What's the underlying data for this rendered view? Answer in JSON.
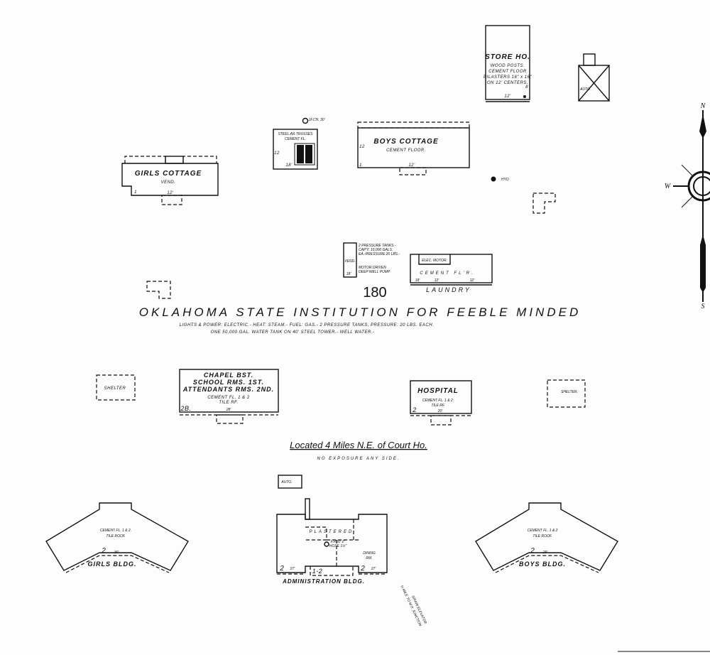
{
  "map": {
    "title": "OKLAHOMA STATE INSTITUTION FOR FEEBLE MINDED",
    "page_number": "180",
    "notes": [
      "LIGHTS & POWER: ELECTRIC.- HEAT: STEAM.- FUEL: GAS.- 2 PRESSURE TANKS, PRESSURE: 20 LBS. EACH.",
      "ONE 50,000 GAL. WATER TANK ON 40' STEEL TOWER.- WELL WATER.-"
    ],
    "location": "Located 4 Miles N.E. of Court Ho.",
    "exposure": "NO EXPOSURE ANY SIDE.",
    "road_note": [
      "½ MILE TO M.P. JUNCTION",
      "GRAIN ELEVATOR"
    ],
    "compass": {
      "n": "N",
      "s": "S",
      "w": "W"
    }
  },
  "buildings": {
    "store_house": {
      "name": "STORE HO.",
      "notes": [
        "WOOD POSTS.",
        "CEMENT FLOOR",
        "PILASTERS 16\" x 16\"",
        "ON 12' CENTERS."
      ],
      "height": "12'",
      "side": "8"
    },
    "auto_top": {
      "name": "AUTO"
    },
    "water_tower": {
      "notes": [
        "STEEL AR.TRUSSES",
        "CEMENT FL."
      ],
      "height": "18'",
      "side": "12",
      "hydrant": "1F.CH. 30'"
    },
    "boys_cottage": {
      "name": "BOYS COTTAGE",
      "note": "CEMENT FLOOR.",
      "height": "12'",
      "side": "12",
      "stories": "1"
    },
    "hydrant": {
      "label": "HYD."
    },
    "girls_cottage": {
      "name": "GIRLS COTTAGE",
      "note": "VEND.",
      "height": "12'",
      "stories": "1"
    },
    "pump_house": {
      "label": "VEND.",
      "height": "18'",
      "notes": [
        "2 PRESSURE TANKS.-",
        "CAP'Y. 10,000 GALS.",
        "EA.-PRESSURE 20 LBS.-",
        "MOTOR DRIVEN",
        "DEEP WELL PUMP."
      ]
    },
    "laundry": {
      "name": "LAUNDRY",
      "motor": "ELEC. MOTOR.",
      "note": "CEMENT FL'R.",
      "heights": [
        "18'",
        "12'",
        "12'"
      ]
    },
    "shelter_left": {
      "name": "SHELTER"
    },
    "chapel": {
      "lines": [
        "CHAPEL BST.",
        "SCHOOL RMS. 1ST.",
        "ATTENDANTS RMS. 2ND."
      ],
      "notes": [
        "CEMENT FL. 1 & 2",
        "TILE RF."
      ],
      "stories": "2B.",
      "height": "28'"
    },
    "hospital": {
      "name": "HOSPITAL",
      "notes": [
        "CEMENT FL. 1 & 2.",
        "TILE RF."
      ],
      "stories": "2",
      "height": "20'"
    },
    "shelter_right": {
      "name": "SHELTER."
    },
    "auto_bottom": {
      "name": "AUTO."
    },
    "girls_bldg": {
      "name": "GIRLS BLDG.",
      "notes": [
        "CEMENT FL. 1 & 2.",
        "TILE ROOF."
      ],
      "stories": "2",
      "height": "30'"
    },
    "administration": {
      "name": "ADMINISTRATION BLDG.",
      "plastered": "PLASTERED",
      "dining": [
        "DINING",
        "RM."
      ],
      "hose": [
        "F.P.50' 2\"",
        "HOSE 1½\""
      ],
      "stories": "2",
      "height": "27'",
      "porch": "1-2"
    },
    "boys_bldg": {
      "name": "BOYS BLDG.",
      "notes": [
        "CEMENT FL. 1 & 2",
        "TILE ROOF."
      ],
      "stories": "2",
      "height": "29'"
    }
  }
}
